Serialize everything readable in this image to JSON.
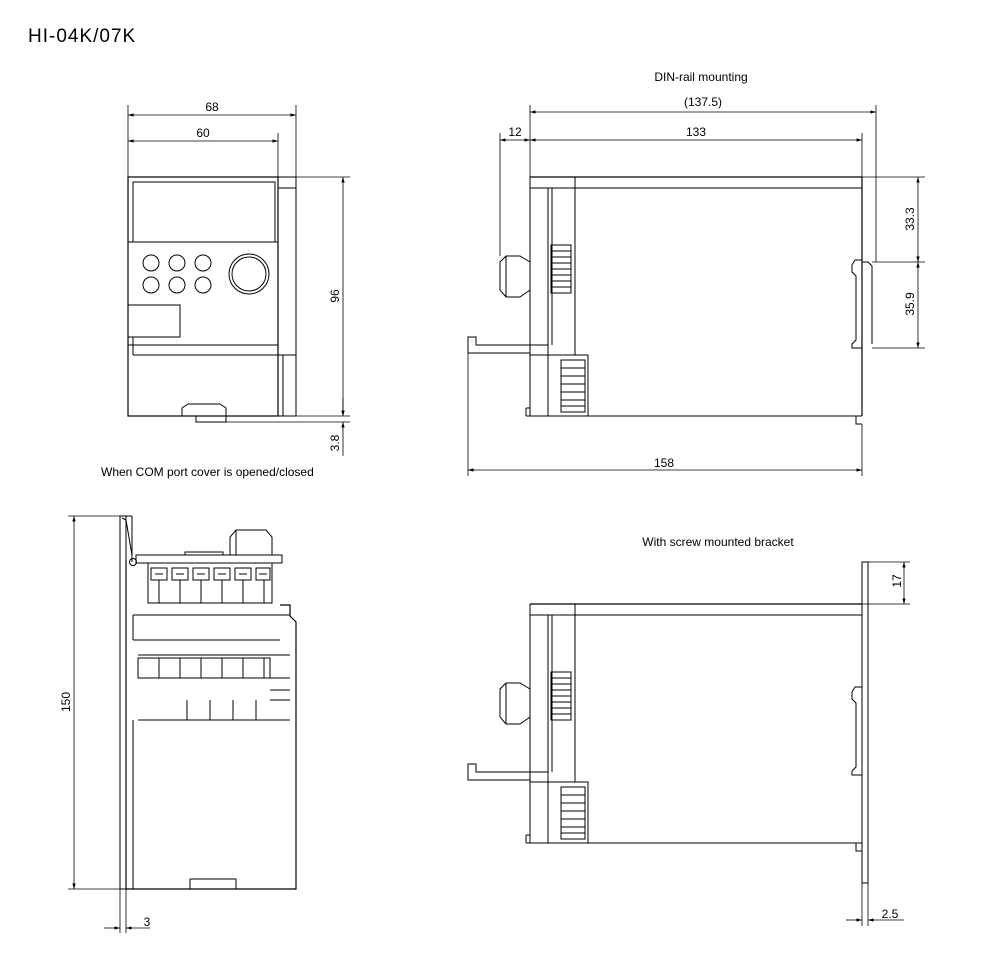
{
  "title": "HI-04K/07K",
  "captions": {
    "din_rail": "DIN-rail mounting",
    "com_port": "When COM port cover is opened/closed",
    "screw_bracket": "With screw mounted bracket"
  },
  "dimensions": {
    "front_width_total": "68",
    "front_width": "60",
    "front_height": "96",
    "com_offset": "3.8",
    "side_total": "(137.5)",
    "side_knob": "12",
    "side_depth": "133",
    "din_upper": "33.3",
    "din_lower": "35.9",
    "side_overall": "158",
    "bottom_height": "150",
    "bottom_offset": "3",
    "bracket_top": "17",
    "bracket_thickness": "2.5"
  }
}
